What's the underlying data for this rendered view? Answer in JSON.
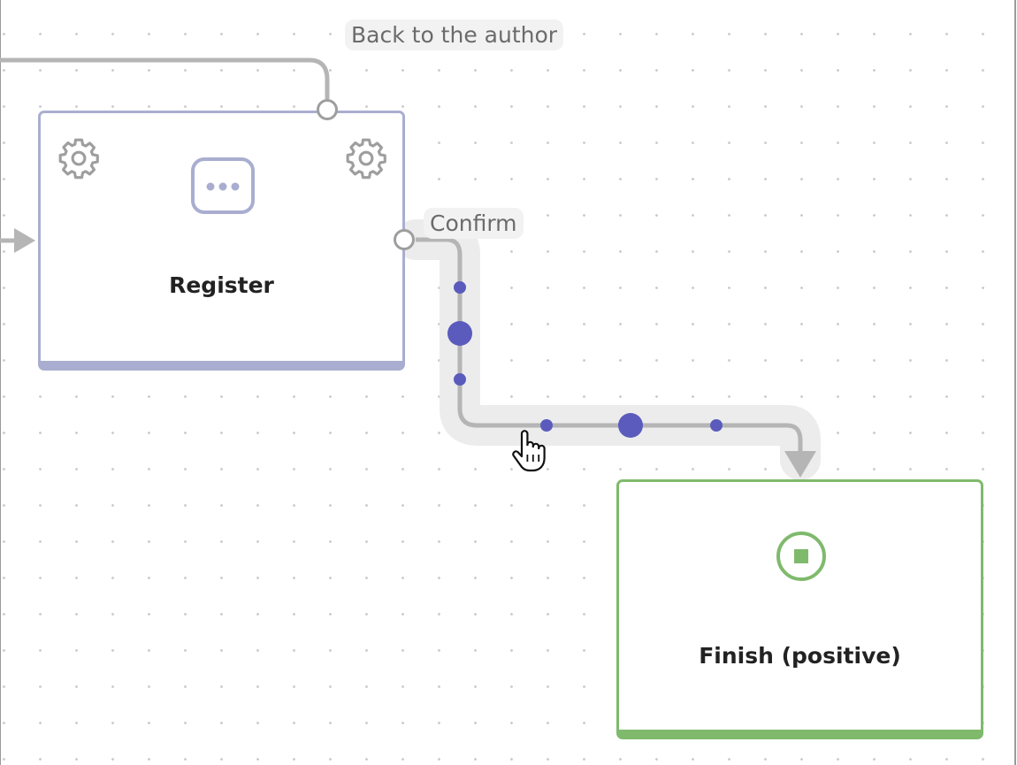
{
  "nodes": {
    "register": {
      "title": "Register",
      "icon": "ellipsis-icon",
      "settings_icon": "gear-icon",
      "accent": "#a9aed0"
    },
    "finish": {
      "title": "Finish (positive)",
      "icon": "stop-circle-icon",
      "accent": "#7fba6c"
    }
  },
  "edges": {
    "back": {
      "label": "Back to the author"
    },
    "confirm": {
      "label": "Confirm",
      "selected": true
    }
  },
  "colors": {
    "edge": "#b5b5b5",
    "edge_highlight": "#ececec",
    "handle": "#5b5bbd"
  },
  "cursor": "hand-pointer-icon"
}
